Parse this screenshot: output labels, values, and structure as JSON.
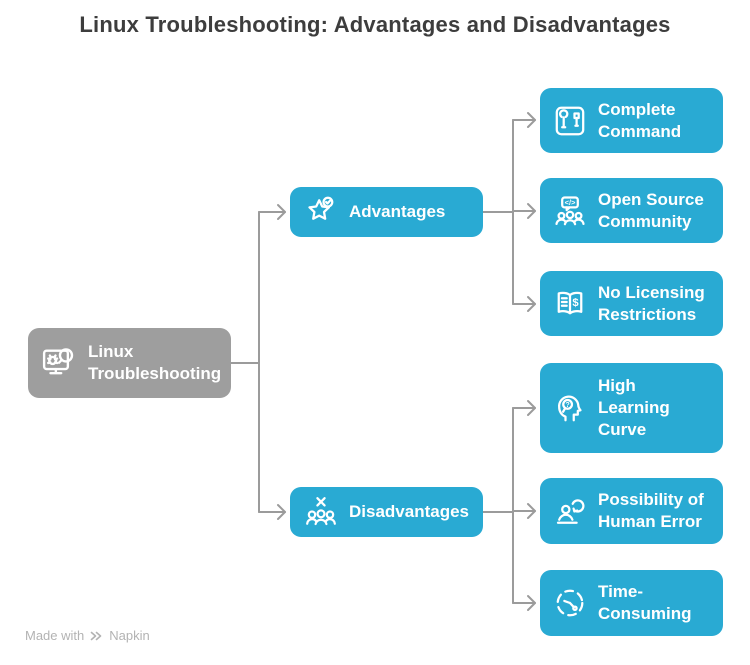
{
  "title": "Linux Troubleshooting: Advantages and Disadvantages",
  "colors": {
    "accent_blue": "#29AAD3",
    "root_gray": "#9E9E9E",
    "connector_gray": "#9B9B9B",
    "node_text": "#FFFFFF",
    "title_text": "#3D3D3D",
    "footer_text": "#B3B3B3"
  },
  "diagram": {
    "root": {
      "label": "Linux Troubleshooting",
      "icon": "bug-search-monitor-icon"
    },
    "branches": [
      {
        "label": "Advantages",
        "icon": "star-check-icon",
        "children": [
          {
            "label": "Complete Command",
            "icon": "tools-icon"
          },
          {
            "label": "Open Source Community",
            "icon": "community-code-icon"
          },
          {
            "label": "No Licensing Restrictions",
            "icon": "book-dollar-icon"
          }
        ]
      },
      {
        "label": "Disadvantages",
        "icon": "group-x-icon",
        "children": [
          {
            "label": "High Learning Curve",
            "icon": "head-question-icon"
          },
          {
            "label": "Possibility of Human Error",
            "icon": "person-error-icon"
          },
          {
            "label": "Time-Consuming",
            "icon": "clock-dashed-icon"
          }
        ]
      }
    ]
  },
  "footer": {
    "made_with": "Made with",
    "brand": "Napkin"
  }
}
